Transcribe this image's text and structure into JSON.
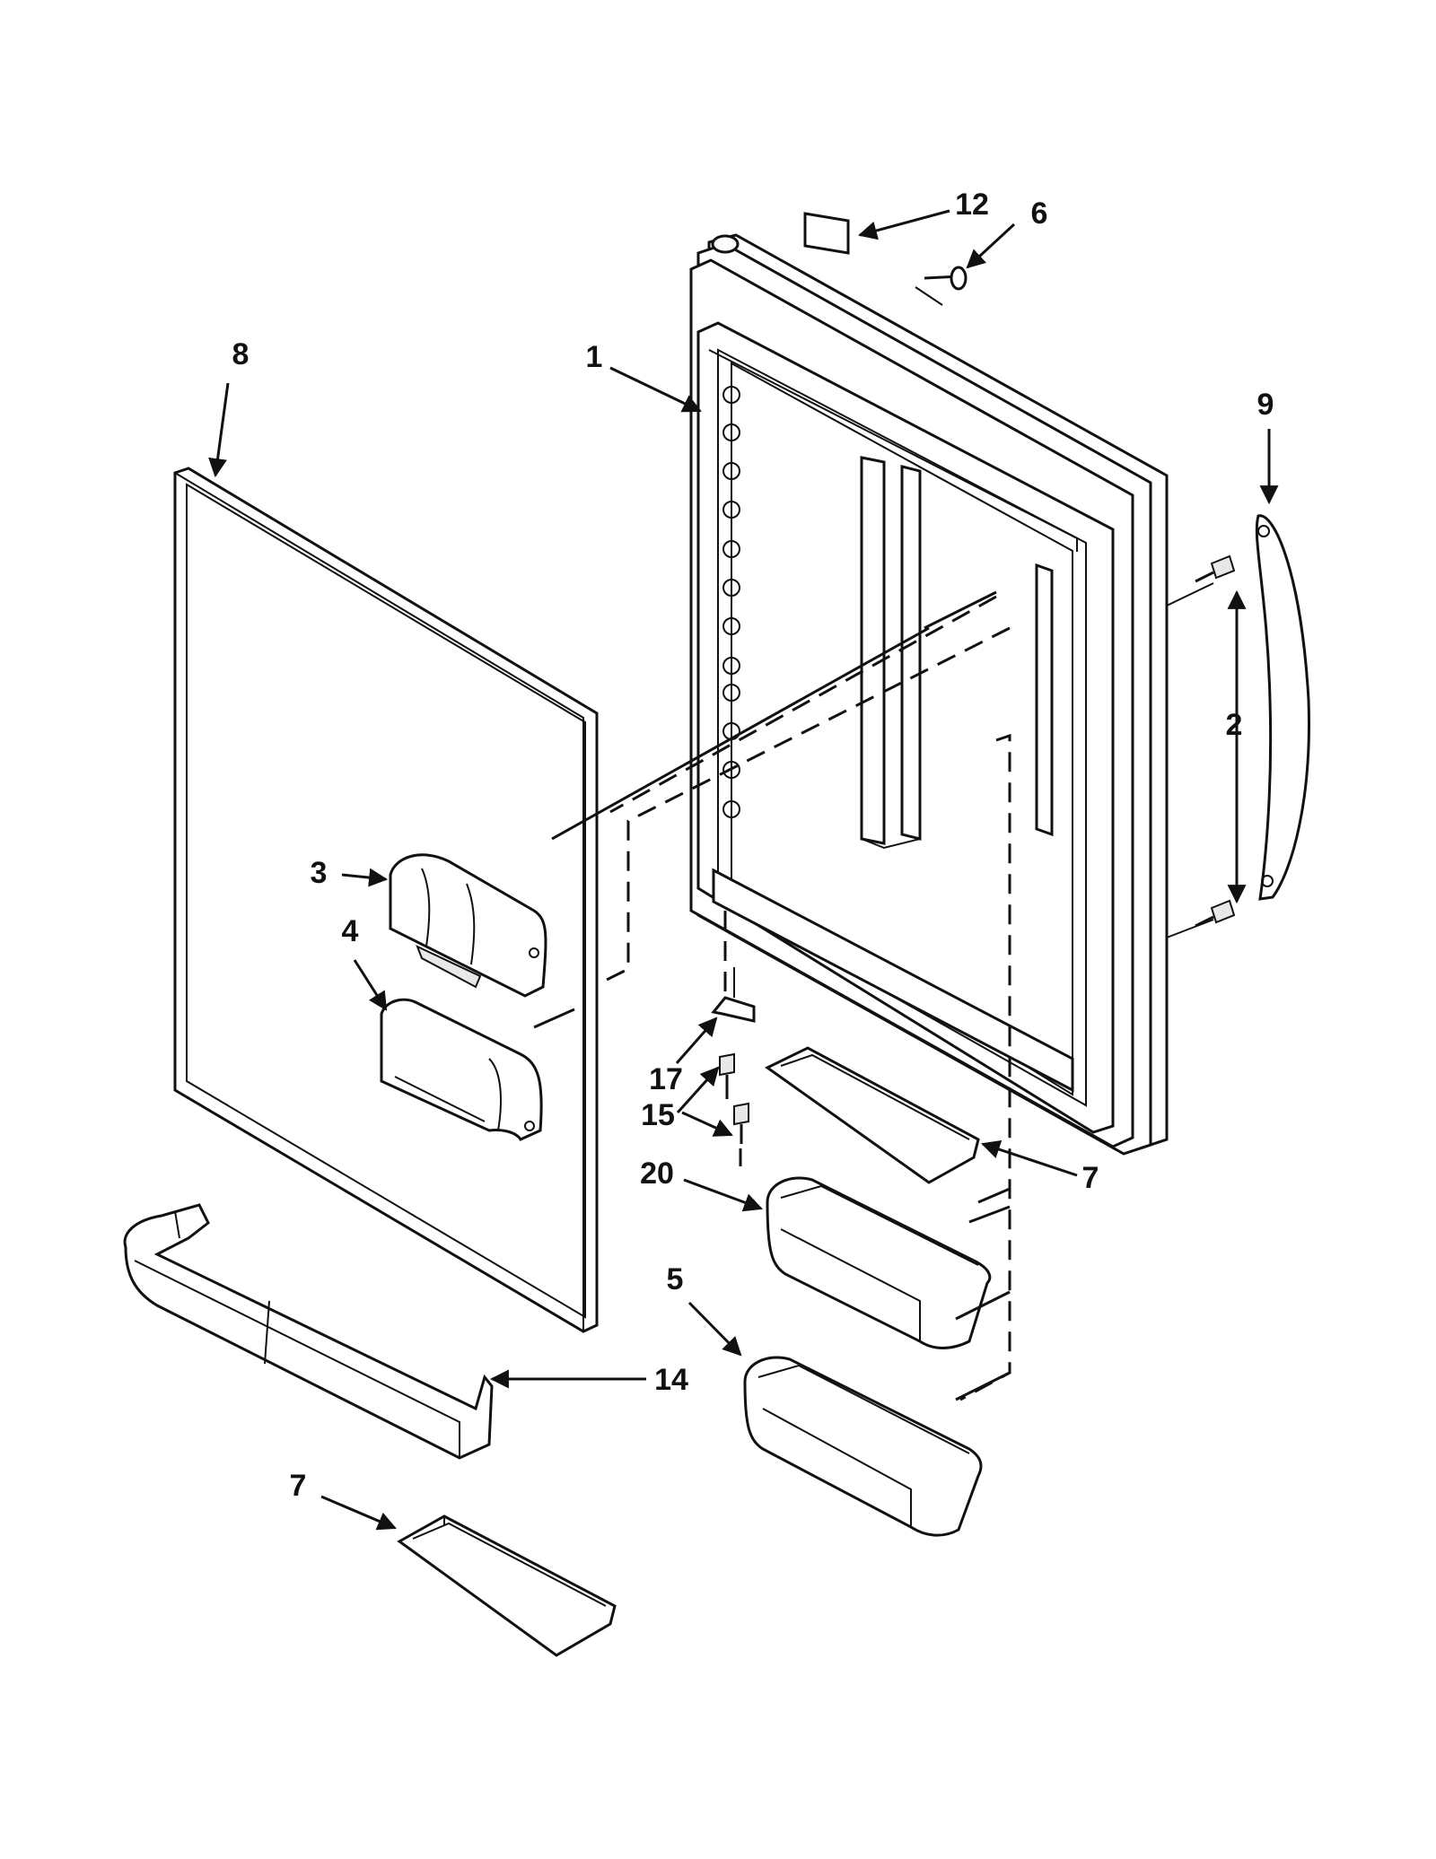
{
  "callouts": {
    "c1": "1",
    "c2": "2",
    "c3": "3",
    "c4": "4",
    "c5": "5",
    "c6": "6",
    "c7a": "7",
    "c7b": "7",
    "c8": "8",
    "c9": "9",
    "c12": "12",
    "c14": "14",
    "c15": "15",
    "c17": "17",
    "c20": "20"
  }
}
